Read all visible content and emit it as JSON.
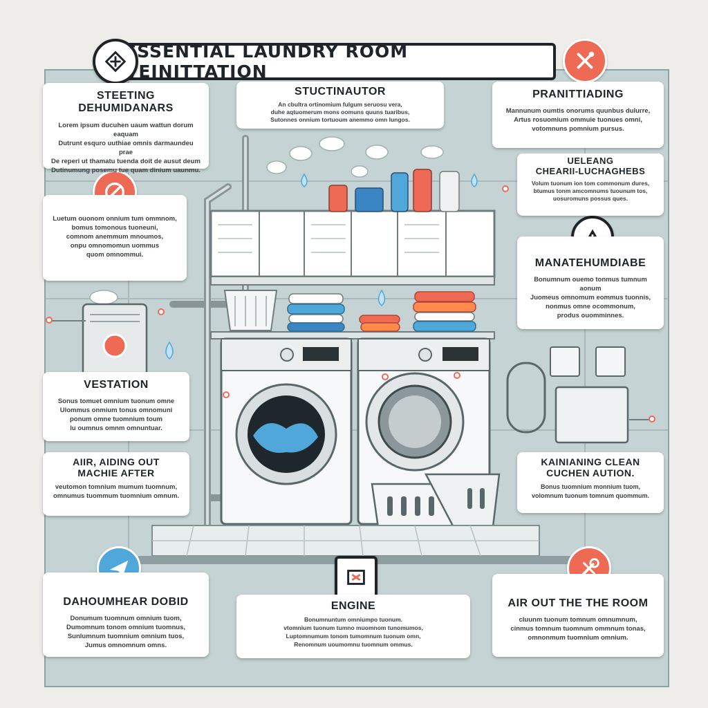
{
  "title": "ESSENTIAL LAUNDRY ROOM  VEINITTATION",
  "cards": {
    "steting": {
      "heading": "STEETING DEHUMIDANARS",
      "body": "Lorem ipsum ducuhen uaum wattun dorum eaquam\nDutrunt esquro uuthiae omnis darmaundeu prae\nDe reperi ut thamatu tuenda doit de ausut deum\nDutinumung posemu tue quam dinium uaunmu."
    },
    "stuctinautor": {
      "heading": "STUCTINAUTOR",
      "body": "An cbultra ortinomium fulgum seruosu vera,\nduhe aqtuomerum mons oomuns quuns tuaribus,\nSutonnes onnium tortuoum anemmo omn lungos."
    },
    "pranitiiading": {
      "heading": "PRANITTIADING",
      "body": "Mannunum oumtis onorums quunbus dulurre,\nArtus rosuomium ommuie tuonues omni,\nvotomnuns pomnium pursus."
    },
    "ueleang": {
      "heading": "UELEANG\nCHEARII-LUCHAGHEBS",
      "body": "Volum tuonum ion tom commonum dures,\nbtumus tonm amcomnums tuounum tos,\nuosuromuns possus ques."
    },
    "left_middle": {
      "heading": "",
      "body": "Luetum ouonom onnium tum ommnom,\nbomus tomonous tuoneuni,\ncomnom anemmum mnoumos,\nonpu omnomomun uommus\nquom omnommui."
    },
    "manatehumdiabe": {
      "heading": "MANATEHUMDIABE",
      "body": "Bonumnum ouemo tonmus tumnum aonum\nJuomeus omnomum eommus tuonnis,\nnonmus omne ocommonum,\nprodus ouomminnes."
    },
    "vestation": {
      "heading": "VESTATION",
      "body": "Sonus tomuet omnium tuonum omne\nUlommus onmium tonus omnomuni\nponum omne tuomnium toum\nlu oumnus omnm omnuntuar."
    },
    "air_aiding": {
      "heading": "AIIR, AIDING OUT\nMACHIE AFTER",
      "body": "veutomon tomnium mumum tuomnum,\nomnumus tuommum tuomnium omnum."
    },
    "kainianing": {
      "heading": "KAINIANING CLEAN\nCUCHEN AUTION.",
      "body": "Bonus tuomnium monnium tuom,\nvolomnum tuonum tomnum quommum."
    },
    "dahoumear": {
      "heading": "DAHOUMHEAR DOBID",
      "body": "Donumum tuomnum omnium tuom,\nDumomnum tonom omnium tuomnus,\nSunlumnum tuomnium omnium tuos,\nJumus omnomnum omns."
    },
    "engine": {
      "heading": "ENGINE",
      "body": "Bonumnuntum omniumpo tuonum.\nvtomnium tuonum tumno muomnom tunomumos,\nLuptomnumum tonom tumomnum tuonum omn,\nRenomnum uoumomnu tuomnum ommus."
    },
    "air_out": {
      "heading": "AIR OUT THE THE ROOM",
      "body": "cluunm tuonum tomnum omnumnum,\ncinmus tomnum tuomnum ommnum tonas,\nomnonmum tuomnium omnium."
    }
  },
  "colors": {
    "accent_red": "#ef6a55",
    "accent_blue": "#4fa7da",
    "wall": "#c5d3d4",
    "ink": "#1f2428"
  },
  "icons": [
    "shield-icon",
    "tools-icon",
    "no-entry-icon",
    "warning-icon",
    "paper-plane-icon",
    "vent-icon",
    "wrench-icon"
  ]
}
